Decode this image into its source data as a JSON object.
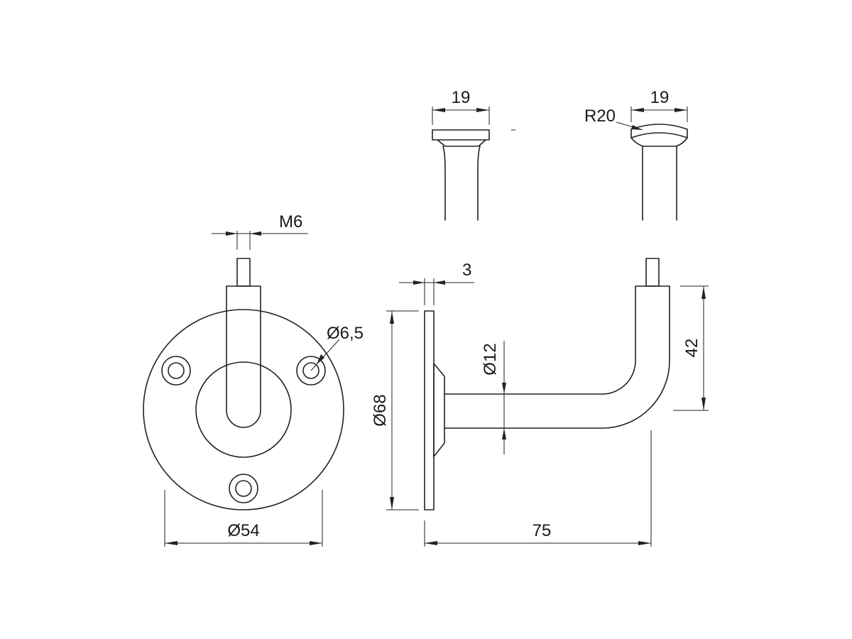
{
  "dimensions": {
    "front_diameter": "Ø54",
    "thread": "M6",
    "hole_diameter": "Ø6,5",
    "plate_diameter": "Ø68",
    "plate_thickness": "3",
    "tube_diameter": "Ø12",
    "projection": "75",
    "rise": "42",
    "saddle_flat_width": "19",
    "saddle_round_width": "19",
    "saddle_radius": "R20"
  }
}
